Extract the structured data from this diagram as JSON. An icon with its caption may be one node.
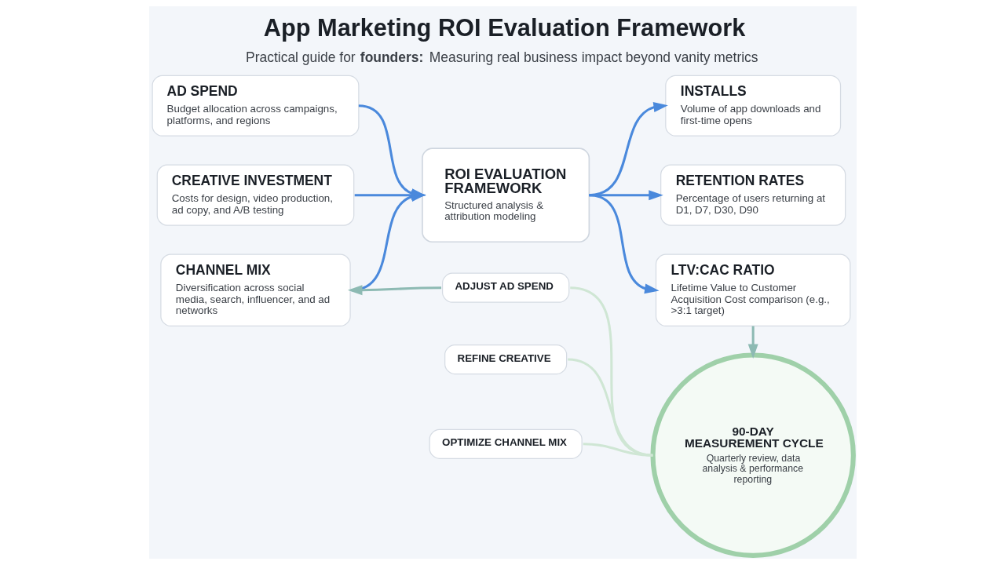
{
  "diagram": {
    "title": "App Marketing ROI Evaluation Framework",
    "caption": "Practical guide for **founders:** Measuring real business impact beyond vanity metrics",
    "nodes": [
      {
        "text": [
          "AD SPEND",
          "Budget allocation across campaigns, platforms, and regions"
        ]
      },
      {
        "text": [
          "CREATIVE INVESTMENT",
          "Costs for design, video production, ad copy, and A/B testing"
        ]
      },
      {
        "text": [
          "CHANNEL MIX",
          "Diversification across social media, search, influencer, and ad networks"
        ]
      },
      {
        "text": [
          "ROI EVALUATION FRAMEWORK",
          "Structured analysis & attribution modeling"
        ]
      },
      {
        "text": [
          "INSTALLS",
          "Volume of app downloads and first-time opens"
        ]
      },
      {
        "text": [
          "RETENTION RATES",
          "Percentage of users returning at D1, D7, D30, D90"
        ]
      },
      {
        "text": [
          "LTV:CAC RATIO",
          "Lifetime Value to Customer Acquisition Cost comparison (e.g., >3:1 target)"
        ]
      },
      {
        "text": [
          "90-DAY MEASUREMENT CYCLE",
          "Quarterly review, data analysis & performance reporting"
        ]
      },
      {
        "text": [
          "ADJUST AD SPEND"
        ]
      },
      {
        "text": [
          "REFINE CREATIVE"
        ]
      },
      {
        "text": [
          "OPTIMIZE CHANNEL MIX"
        ]
      }
    ],
    "edges": [
      {
        "from": 0,
        "to": 3,
        "arrow": "to"
      },
      {
        "from": 1,
        "to": 3,
        "arrow": "to"
      },
      {
        "from": 2,
        "to": 3,
        "arrow": "to"
      },
      {
        "from": 3,
        "to": 4,
        "arrow": "to"
      },
      {
        "from": 3,
        "to": 5,
        "arrow": "to"
      },
      {
        "from": 3,
        "to": 6,
        "arrow": "to"
      },
      {
        "from": 6,
        "to": 7,
        "arrow": "to",
        "color": "#8dbab3"
      },
      {
        "from": 7,
        "to": 8,
        "arrow": "none",
        "color": "#cfe6d4"
      },
      {
        "from": 7,
        "to": 9,
        "arrow": "none",
        "color": "#cfe6d4"
      },
      {
        "from": 7,
        "to": 10,
        "arrow": "none",
        "color": "#cfe6d4"
      },
      {
        "from": 8,
        "to": 2,
        "arrow": "to",
        "color": "#8dbab3"
      }
    ]
  }
}
